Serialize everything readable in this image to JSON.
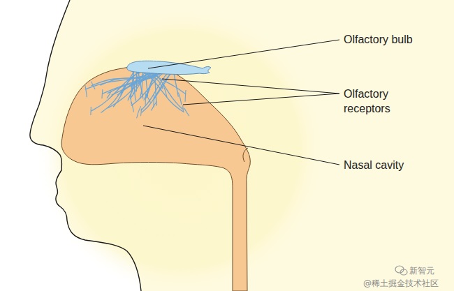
{
  "diagram": {
    "labels": [
      "Olfactory bulb",
      "Olfactory receptors",
      "Nasal cavity",
      "新智元",
      "@稀土掘金技术社区"
    ]
  }
}
